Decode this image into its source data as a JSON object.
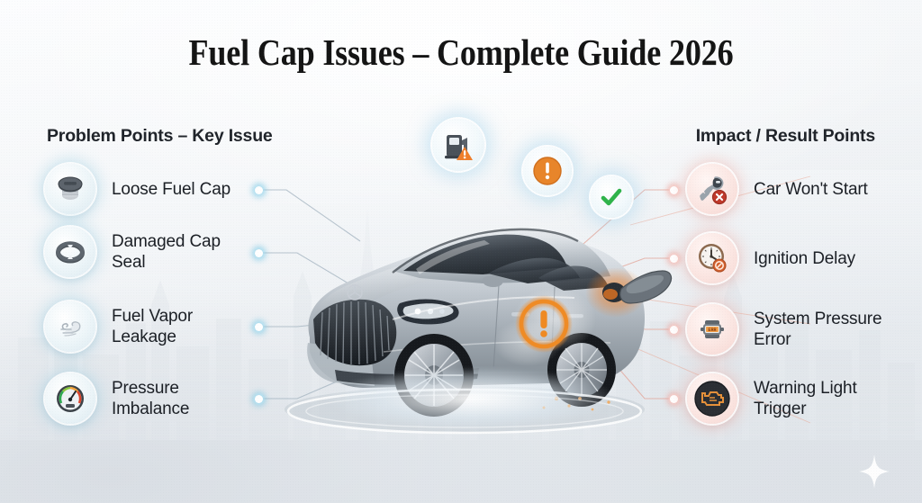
{
  "title": "Fuel Cap Issues – Complete Guide 2026",
  "columns": {
    "left_header": "Problem Points – Key Issue",
    "right_header": "Impact / Result Points"
  },
  "problem_points": [
    {
      "label_line1": "Loose Fuel Cap",
      "label_line2": "",
      "icon": "fuel-cap-icon"
    },
    {
      "label_line1": "Damaged Cap",
      "label_line2": "Seal",
      "icon": "gasket-seal-icon"
    },
    {
      "label_line1": "Fuel Vapor",
      "label_line2": "Leakage",
      "icon": "vapor-leak-icon"
    },
    {
      "label_line1": "Pressure",
      "label_line2": "Imbalance",
      "icon": "pressure-gauge-icon"
    }
  ],
  "impact_points": [
    {
      "label_line1": "Car Won't Start",
      "label_line2": "",
      "icon": "car-key-error-icon"
    },
    {
      "label_line1": "Ignition Delay",
      "label_line2": "",
      "icon": "clock-delay-icon"
    },
    {
      "label_line1": "System Pressure",
      "label_line2": "Error",
      "icon": "pressure-sensor-icon"
    },
    {
      "label_line1": "Warning Light",
      "label_line2": "Trigger",
      "icon": "check-engine-light-icon"
    }
  ],
  "floating_icons": [
    {
      "name": "fuel-pump-warning-icon"
    },
    {
      "name": "orange-alert-badge-icon"
    },
    {
      "name": "green-check-icon"
    }
  ],
  "center_graphic": {
    "name": "luxury-sedan-with-open-fuel-flap",
    "alert_overlay": "orange-exclamation-ring"
  },
  "colors": {
    "title_text": "#141414",
    "body_text": "#1b1f25",
    "cool_accent": "#8fd0e6",
    "warm_accent": "#f0a79a",
    "alert_orange": "#e8852a",
    "success_green": "#2fb34a",
    "error_red": "#c0392b",
    "background_light": "#fbfcfd",
    "background_shade": "#dfe4e9"
  }
}
